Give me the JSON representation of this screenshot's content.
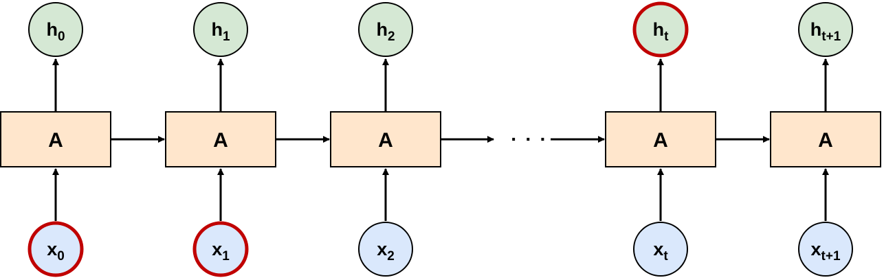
{
  "colors": {
    "cell_fill": "#FFE6CC",
    "cell_stroke": "#000000",
    "hidden_fill": "#D5E8D4",
    "input_fill": "#DAE8FC",
    "highlight_stroke": "#C00000",
    "normal_stroke": "#000000",
    "arrow": "#000000"
  },
  "ellipsis": "· · ·",
  "cells": [
    {
      "label": "A",
      "hidden": {
        "base": "h",
        "sub": "0",
        "highlight": false
      },
      "input": {
        "base": "x",
        "sub": "0",
        "highlight": true
      }
    },
    {
      "label": "A",
      "hidden": {
        "base": "h",
        "sub": "1",
        "highlight": false
      },
      "input": {
        "base": "x",
        "sub": "1",
        "highlight": true
      }
    },
    {
      "label": "A",
      "hidden": {
        "base": "h",
        "sub": "2",
        "highlight": false
      },
      "input": {
        "base": "x",
        "sub": "2",
        "highlight": false
      }
    },
    {
      "label": "A",
      "hidden": {
        "base": "h",
        "sub": "t",
        "highlight": true
      },
      "input": {
        "base": "x",
        "sub": "t",
        "highlight": false
      }
    },
    {
      "label": "A",
      "hidden": {
        "base": "h",
        "sub": "t+1",
        "highlight": false
      },
      "input": {
        "base": "x",
        "sub": "t+1",
        "highlight": false
      }
    }
  ]
}
